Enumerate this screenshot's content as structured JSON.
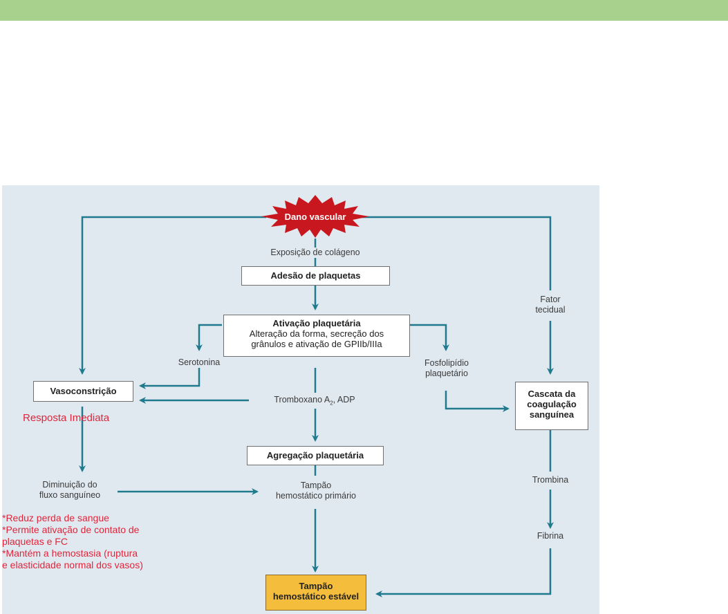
{
  "header_bar": {
    "color": "#a9d18e"
  },
  "colors": {
    "arrow": "#1e7a8c",
    "panel": "#e0e9f0",
    "burst": "#c8171e",
    "final_box": "#f5bd3c",
    "annotation": "#e0243a"
  },
  "nodes": {
    "dano_vascular": "Dano vascular",
    "adesao": "Adesão de plaquetas",
    "ativacao_title": "Ativação plaquetária",
    "ativacao_line1": "Alteração da forma, secreção dos",
    "ativacao_line2": "grânulos e ativação de GPIIb/IIIa",
    "vasoconstricao": "Vasoconstrição",
    "agregacao": "Agregação plaquetária",
    "cascata_line1": "Cascata da",
    "cascata_line2": "coagulação",
    "cascata_line3": "sanguínea",
    "tampao_estavel_line1": "Tampão",
    "tampao_estavel_line2": "hemostático estável"
  },
  "labels": {
    "exposicao": "Exposição de colágeno",
    "serotonina": "Serotonina",
    "tromboxano_main": "Tromboxano A",
    "tromboxano_sub": "2",
    "tromboxano_tail": ", ADP",
    "fosfolipidio_line1": "Fosfolipídio",
    "fosfolipidio_line2": "plaquetário",
    "fator_line1": "Fator",
    "fator_line2": "tecidual",
    "diminuicao_line1": "Diminuição do",
    "diminuicao_line2": "fluxo sanguíneo",
    "tampao_primario_line1": "Tampão",
    "tampao_primario_line2": "hemostático primário",
    "trombina": "Trombina",
    "fibrina": "Fibrina"
  },
  "annotations": {
    "resposta": "Resposta Imediata",
    "notes": [
      "*Reduz perda de sangue",
      "*Permite ativação de contato de",
      "plaquetas e FC",
      "*Mantém a hemostasia (ruptura",
      "e elasticidade normal dos vasos)"
    ]
  }
}
